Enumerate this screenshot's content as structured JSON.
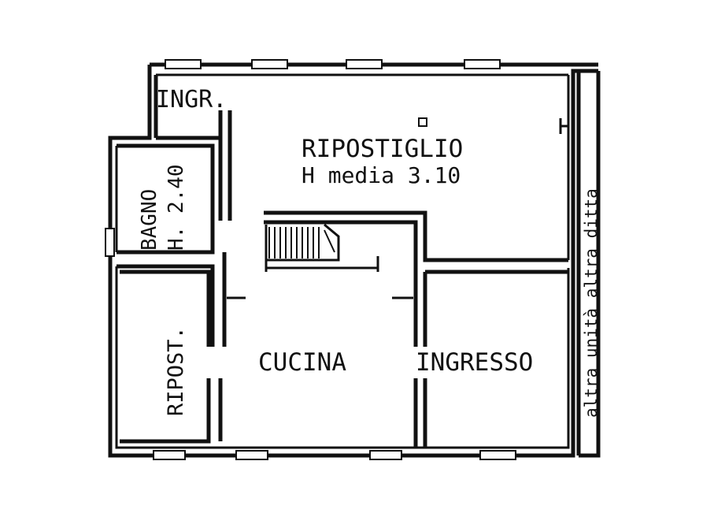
{
  "rooms": {
    "ingr": "INGR.",
    "ripostiglio": "RIPOSTIGLIO",
    "ripostiglio_height": "H media  3.10",
    "bagno": "BAGNO",
    "bagno_height": "H. 2.40",
    "ripost": "RIPOST.",
    "cucina": "CUCINA",
    "ingresso": "INGRESSO"
  },
  "side_note": "altra unità altra ditta",
  "colors": {
    "wall": "#111111",
    "background": "#ffffff"
  }
}
